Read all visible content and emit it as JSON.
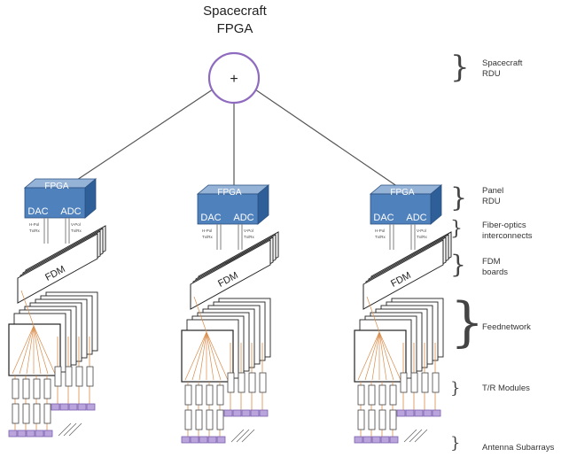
{
  "spacecraft": {
    "title_line1": "Spacecraft",
    "title_line2": "FPGA",
    "node_symbol": "+"
  },
  "panel": {
    "fpga_label": "FPGA",
    "dac_label": "DAC",
    "adc_label": "ADC",
    "fiber_label_h_pol": "H-Pol",
    "fiber_label_h_txrx": "Tx/Rx",
    "fiber_label_v_pol": "V-Pol",
    "fiber_label_v_txrx": "Tx/Rx",
    "fdm_label": "FDM"
  },
  "levels": [
    {
      "line1": "Spacecraft",
      "line2": "RDU"
    },
    {
      "line1": "Panel",
      "line2": "RDU"
    },
    {
      "line1": "Fiber-optics",
      "line2": "interconnects"
    },
    {
      "line1": "FDM",
      "line2": "boards"
    },
    {
      "line1": "Feednetwork",
      "line2": ""
    },
    {
      "line1": "T/R Modules",
      "line2": ""
    },
    {
      "line1": "Antenna Subarrays",
      "line2": ""
    }
  ],
  "colors": {
    "fpga_front": "#4f81bd",
    "fpga_top": "#95b3d7",
    "fpga_side": "#2f5f98",
    "node_ring": "#8e6bbf",
    "fiber_orange": "#d98c4a",
    "fiber_gray": "#8a8a8a",
    "antenna": "#b9a4dc"
  }
}
